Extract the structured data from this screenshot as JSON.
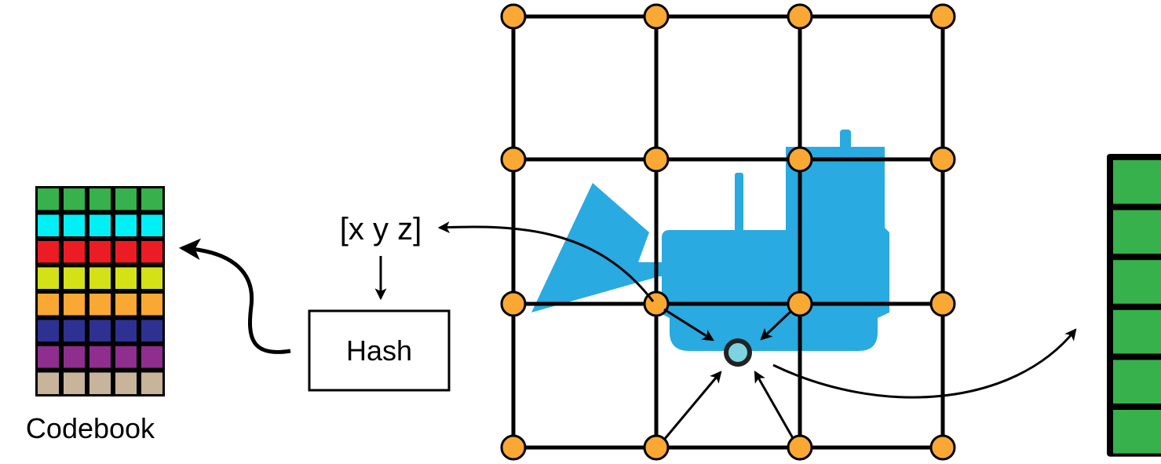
{
  "labels": {
    "coordinates": "[x y z]",
    "hash": "Hash",
    "codebook": "Codebook"
  },
  "colors": {
    "grid_line": "#000000",
    "grid_node": "#f8a833",
    "excavator": "#29aae1",
    "query_point": "#7dd3e0",
    "codebook_rows": [
      "#36b14b",
      "#00f0f5",
      "#ec1c24",
      "#d4e117",
      "#f8a833",
      "#2e3191",
      "#8f2e8f",
      "#c8b49b"
    ],
    "feature_cell": "#36b14b"
  },
  "codebook": {
    "rows": 8,
    "cols": 5
  },
  "feature_vector": {
    "cells": 6
  },
  "grid": {
    "rows": 4,
    "cols": 4
  }
}
